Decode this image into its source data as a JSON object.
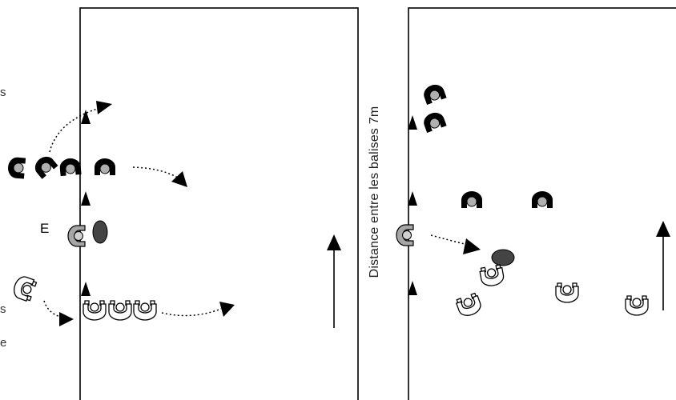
{
  "distance_label": "Distance entre les balises 7m",
  "player_label": "E",
  "edge_fragments": [
    "s",
    "s",
    "e"
  ],
  "colors": {
    "attacker": "#000000",
    "defender_fill": "#ffffff",
    "head": "#b0b0b0",
    "highlight_player": "#a6a6a6",
    "ball": "#444444",
    "line": "#000000"
  }
}
